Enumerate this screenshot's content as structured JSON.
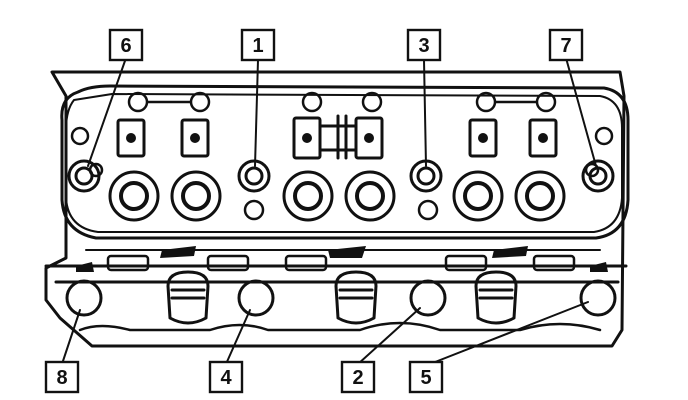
{
  "diagram": {
    "callouts": [
      {
        "id": "6",
        "label": "6"
      },
      {
        "id": "1",
        "label": "1"
      },
      {
        "id": "3",
        "label": "3"
      },
      {
        "id": "7",
        "label": "7"
      },
      {
        "id": "8",
        "label": "8"
      },
      {
        "id": "4",
        "label": "4"
      },
      {
        "id": "2",
        "label": "2"
      },
      {
        "id": "5",
        "label": "5"
      }
    ]
  }
}
